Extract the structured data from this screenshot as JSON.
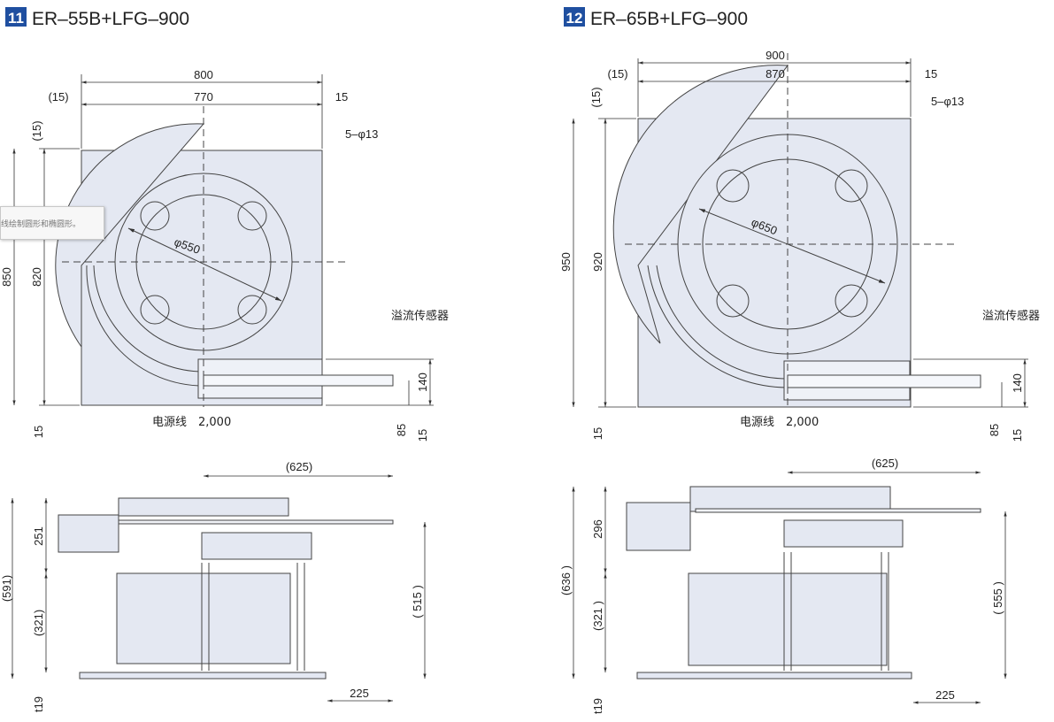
{
  "left": {
    "badge": "11",
    "title": "ER–55B+LFG–900",
    "dim_width_total": "800",
    "dim_width_inner": "770",
    "dim_left_margin": "(15)",
    "dim_right_margin": "15",
    "dim_top_margin": "(15)",
    "dim_holes": "5–φ13",
    "dim_height_total": "850",
    "dim_height_inner": "820",
    "dim_bottom_margin": "15",
    "dim_diameter": "φ550",
    "sensor_label": "溢流传感器",
    "power_label": "电源线　2,000",
    "dim_140": "140",
    "dim_85": "85",
    "dim_15b": "15",
    "side_625": "(625)",
    "side_591": "(591)",
    "side_251": "251",
    "side_321": "(321)",
    "side_515": "( 515 )",
    "side_t19": "t19",
    "side_225": "225"
  },
  "right": {
    "badge": "12",
    "title": "ER–65B+LFG–900",
    "dim_width_total": "900",
    "dim_width_inner": "870",
    "dim_left_margin": "(15)",
    "dim_right_margin": "15",
    "dim_top_margin": "(15)",
    "dim_holes": "5–φ13",
    "dim_height_total": "950",
    "dim_height_inner": "920",
    "dim_bottom_margin": "15",
    "dim_diameter": "φ650",
    "sensor_label": "溢流传感器",
    "power_label": "电源线　2,000",
    "dim_140": "140",
    "dim_85": "85",
    "dim_15b": "15",
    "side_625": "(625)",
    "side_636": "(636 )",
    "side_296": "296",
    "side_321": "(321 )",
    "side_555": "( 555 )",
    "side_t19": "t19",
    "side_225": "225"
  },
  "tooltip": {
    "text": "线绘制圆形和椭圆形。"
  },
  "colors": {
    "badge": "#1f4fa0",
    "panel": "#e4e8f2",
    "line": "#333333",
    "accent": "#1f4fa0"
  }
}
